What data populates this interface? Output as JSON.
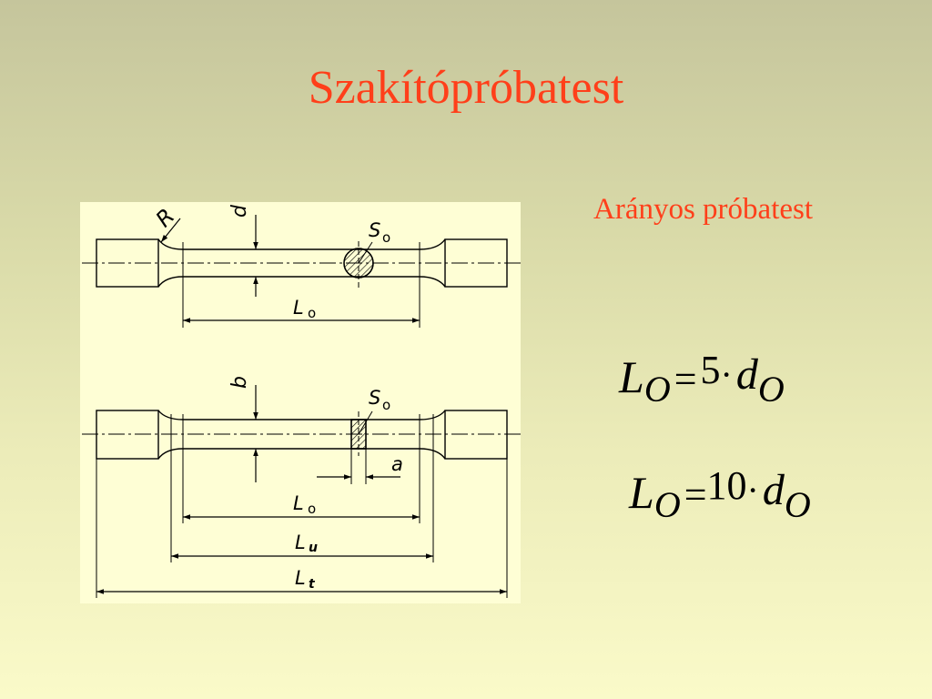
{
  "slide": {
    "title": "Szakítópróbatest",
    "subtitle": "Arányos próbatest"
  },
  "diagram": {
    "labels": {
      "R": "R",
      "d": "d",
      "S0_round": "S",
      "S0_round_sub": "o",
      "L0_round": "L",
      "L0_round_sub": "o",
      "b": "b",
      "S0_flat": "S",
      "S0_flat_sub": "o",
      "a": "a",
      "L0_flat": "L",
      "L0_flat_sub": "o",
      "Lu": "L",
      "Lu_sub": "u",
      "Lt": "L",
      "Lt_sub": "t"
    }
  },
  "formulas": [
    {
      "lhs": "L",
      "lhs_sub": "O",
      "eq": "=",
      "factor": "5",
      "dot": "·",
      "var": "d",
      "var_sub": "O"
    },
    {
      "lhs": "L",
      "lhs_sub": "O",
      "eq": "=",
      "factor": "10",
      "dot": "·",
      "var": "d",
      "var_sub": "O"
    }
  ],
  "colors": {
    "title": "#ff3f1a",
    "panel": "#fefed5",
    "ink": "#000000"
  }
}
